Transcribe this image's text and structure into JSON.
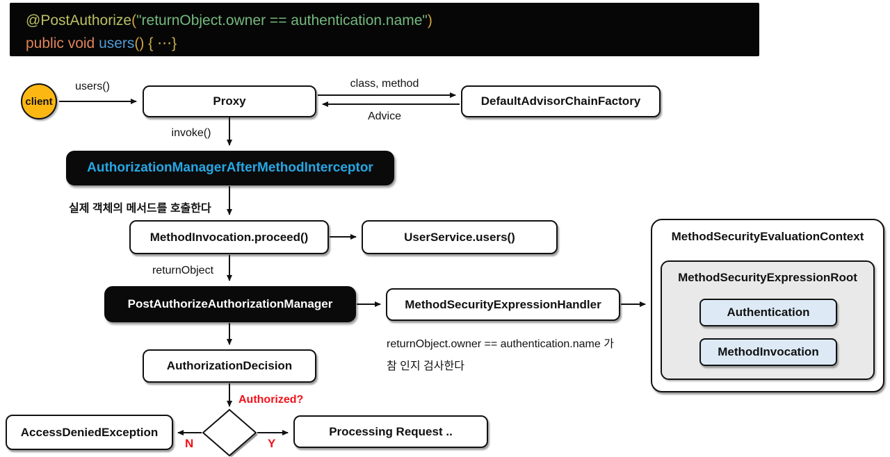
{
  "code": {
    "annotation": "@PostAuthorize",
    "open_paren": "(",
    "string_arg": "\"returnObject.owner == authentication.name\"",
    "close_paren": ")",
    "keywords": "public void ",
    "method_name": "users",
    "method_parens": "()",
    "brace_body": " { ⋯}"
  },
  "nodes": {
    "client": "client",
    "proxy": "Proxy",
    "advisor_chain_factory": "DefaultAdvisorChainFactory",
    "interceptor": "AuthorizationManagerAfterMethodInterceptor",
    "method_invocation_proceed": "MethodInvocation.proceed()",
    "user_service": "UserService.users()",
    "post_authorize_manager": "PostAuthorizeAuthorizationManager",
    "expression_handler": "MethodSecurityExpressionHandler",
    "evaluation_context": "MethodSecurityEvaluationContext",
    "expression_root": "MethodSecurityExpressionRoot",
    "authentication": "Authentication",
    "method_invocation": "MethodInvocation",
    "authorization_decision": "AuthorizationDecision",
    "access_denied_exception": "AccessDeniedException",
    "processing_request": "Processing Request .."
  },
  "labels": {
    "users_call": "users()",
    "class_method": "class, method",
    "advice": "Advice",
    "invoke": "invoke()",
    "korean_invoke_note": "실제 객체의 메서드를 호출한다",
    "return_object": "returnObject",
    "korean_check_line1": "returnObject.owner == authentication.name 가",
    "korean_check_line2": "참 인지 검사한다",
    "authorized_question": "Authorized?",
    "no": "N",
    "yes": "Y"
  },
  "colors": {
    "code_background": "#060606",
    "code_annotation": "#b9c164",
    "code_paren": "#d2a43c",
    "code_string": "#74b97e",
    "code_keyword": "#e0845c",
    "code_method": "#4f9bd5",
    "code_brace": "#cdb04a",
    "interceptor_text_blue": "#27a6e3",
    "client_fill": "#fdb713",
    "decision_red": "#f2101a",
    "inner_blue_fill": "#ddeaf6",
    "expression_root_fill": "#e9e9e9"
  }
}
